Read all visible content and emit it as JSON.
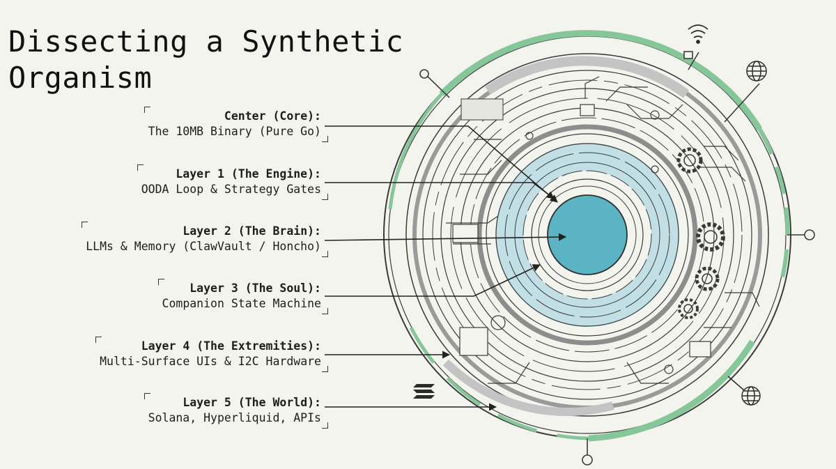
{
  "title": {
    "line1": "Dissecting a Synthetic",
    "line2": "Organism"
  },
  "layers": [
    {
      "heading": "Center (Core):",
      "description": "The 10MB Binary (Pure Go)"
    },
    {
      "heading": "Layer 1 (The Engine):",
      "description": "OODA Loop & Strategy Gates"
    },
    {
      "heading": "Layer 2 (The Brain):",
      "description": "LLMs & Memory (ClawVault / Honcho)"
    },
    {
      "heading": "Layer 3 (The Soul):",
      "description": "Companion State Machine"
    },
    {
      "heading": "Layer 4 (The Extremities):",
      "description": "Multi-Surface UIs & I2C Hardware"
    },
    {
      "heading": "Layer 5 (The World):",
      "description": "Solana, Hyperliquid, APIs"
    }
  ],
  "icons": [
    "wifi-icon",
    "globe-icon",
    "gear-icon",
    "solana-logo-icon"
  ],
  "colors": {
    "background": "#f4f4ef",
    "core": "#5ab4c4",
    "glow": "#b7dbe3",
    "outer_ring": "#86c79a",
    "line": "#3a3a3a"
  }
}
